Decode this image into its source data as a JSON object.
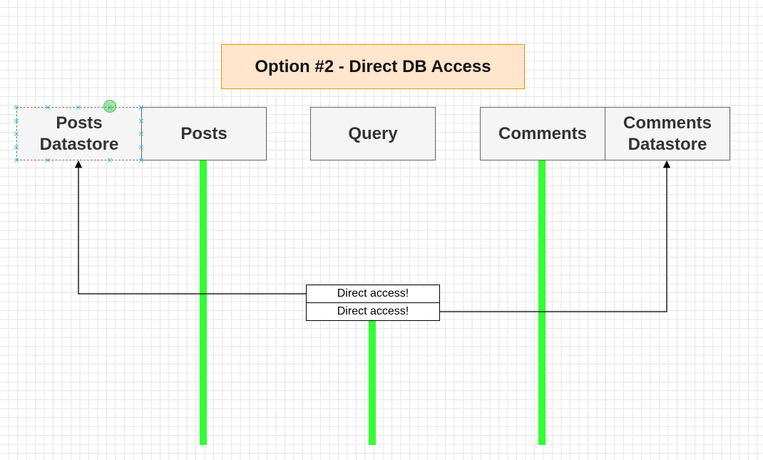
{
  "diagram": {
    "title": "Option #2 - Direct DB Access",
    "nodes": {
      "posts_datastore": "Posts\nDatastore",
      "posts": "Posts",
      "query": "Query",
      "comments": "Comments",
      "comments_datastore": "Comments\nDatastore"
    },
    "edges": [
      {
        "from": "query",
        "to": "posts_datastore",
        "label": "Direct access!"
      },
      {
        "from": "query",
        "to": "comments_datastore",
        "label": "Direct access!"
      }
    ],
    "colors": {
      "title_fill": "#ffe6cc",
      "title_stroke": "#d79b00",
      "node_fill": "#f5f5f5",
      "node_stroke": "#666666",
      "lifeline": "#33ff33",
      "selection": "#29b6f2",
      "edge": "#000000"
    },
    "selected_node": "posts_datastore",
    "icons": [
      "selection-handle-icon",
      "rotate-handle-icon",
      "arrowhead-icon"
    ]
  }
}
